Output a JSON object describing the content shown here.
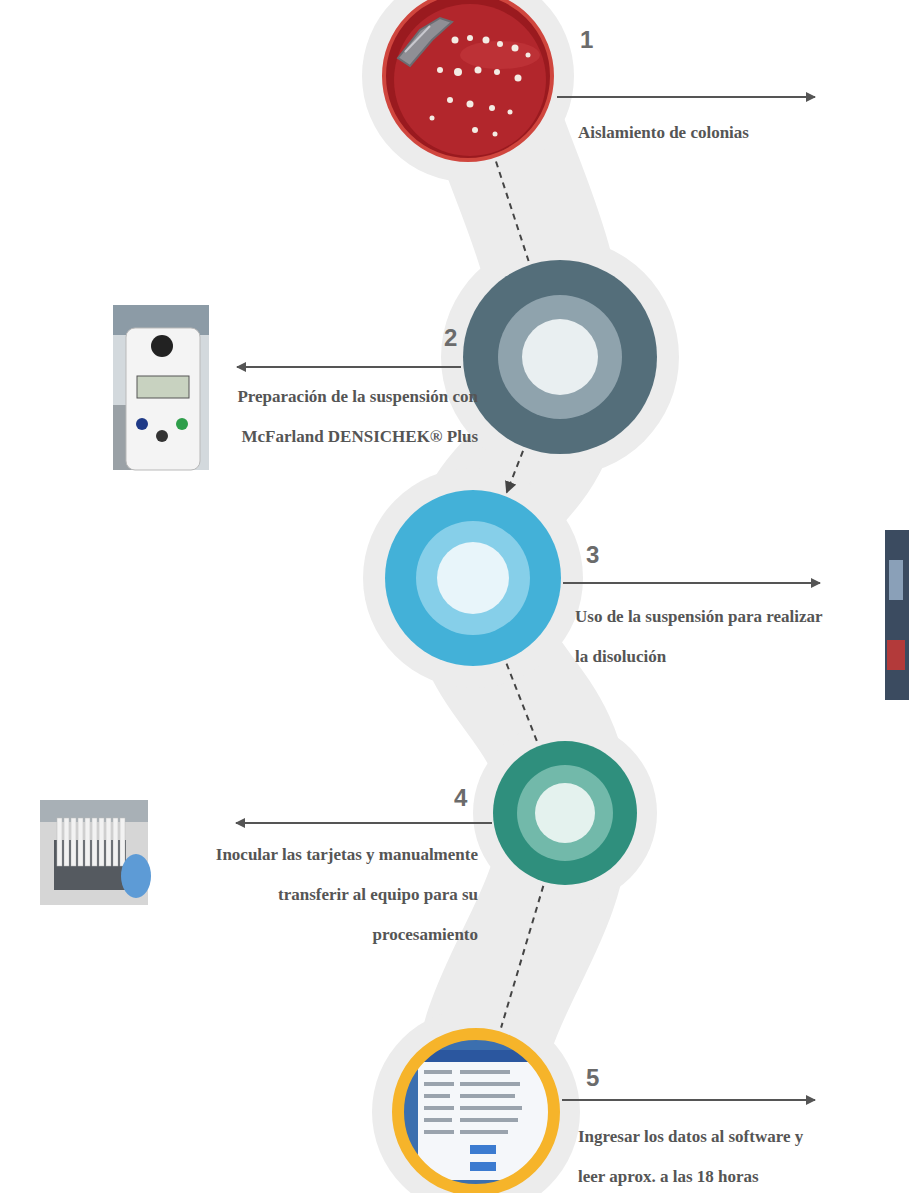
{
  "diagram": {
    "nodes": [
      {
        "text": [
          "1",
          "Aislamiento de colonias"
        ]
      },
      {
        "text": [
          "2",
          "Preparación de la suspensión con McFarland DENSICHEK® Plus"
        ]
      },
      {
        "text": [
          "3",
          "Uso de la suspensión para realizar la disolución"
        ]
      },
      {
        "text": [
          "4",
          "Inocular las tarjetas y manualmente transferir al equipo para su procesamiento"
        ]
      },
      {
        "text": [
          "5",
          "Ingresar los datos al software y leer aprox. a las 18 horas"
        ]
      }
    ],
    "edges": [
      {
        "from": 0,
        "to": 1,
        "arrow": "none"
      },
      {
        "from": 1,
        "to": 2,
        "arrow": "to"
      },
      {
        "from": 2,
        "to": 3,
        "arrow": "none"
      },
      {
        "from": 3,
        "to": 4,
        "arrow": "none"
      }
    ]
  }
}
